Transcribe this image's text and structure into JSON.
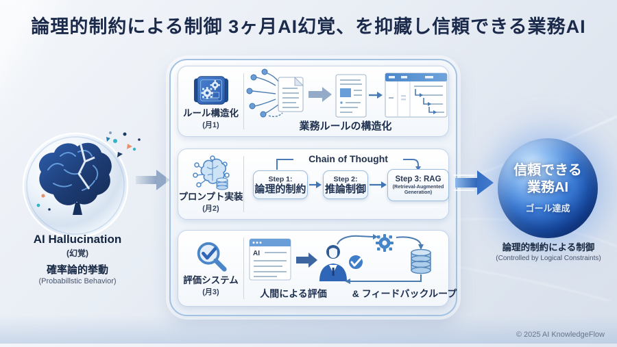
{
  "title": "論理的制約による制御 3ヶ月AI幻覚、を抑藏し信頼できる業務AI",
  "colors": {
    "title_navy": "#1b2a4a",
    "accent_blue": "#2f6ac0",
    "panel_border": "#a3c2e2",
    "goal_sphere_blue": "#1c55b4"
  },
  "left": {
    "name": "AI Hallucination",
    "name_sub": "(幻覚)",
    "behavior": "確率論的挙動",
    "behavior_sub": "(Probabillstic Behavior)"
  },
  "panel": {
    "rows": [
      {
        "label": "ルール構造化",
        "month": "(月1)",
        "caption": "業務ルールの構造化"
      },
      {
        "label": "プロンプト実装",
        "month": "(月2)",
        "cot_title": "Chain of Thought",
        "steps": [
          {
            "step": "Step 1:",
            "text": "論理的制約"
          },
          {
            "step": "Step 2:",
            "text": "推論制御"
          },
          {
            "step": "Step 3: RAG",
            "text": "(Retrieval-Augmented Generation)"
          }
        ]
      },
      {
        "label": "評価システム",
        "month": "(月3)",
        "caption_left": "人間による評価",
        "caption_right": "& フィードバックループ",
        "ai_label": "AI"
      }
    ]
  },
  "right": {
    "line1": "信頼できる",
    "line2": "業務AI",
    "line3": "ゴール達成",
    "caption": "論理的制約による制御",
    "caption_sub": "(Controlled by Logical Constraints)"
  },
  "footer": "© 2025 AI KnowledgeFlow"
}
